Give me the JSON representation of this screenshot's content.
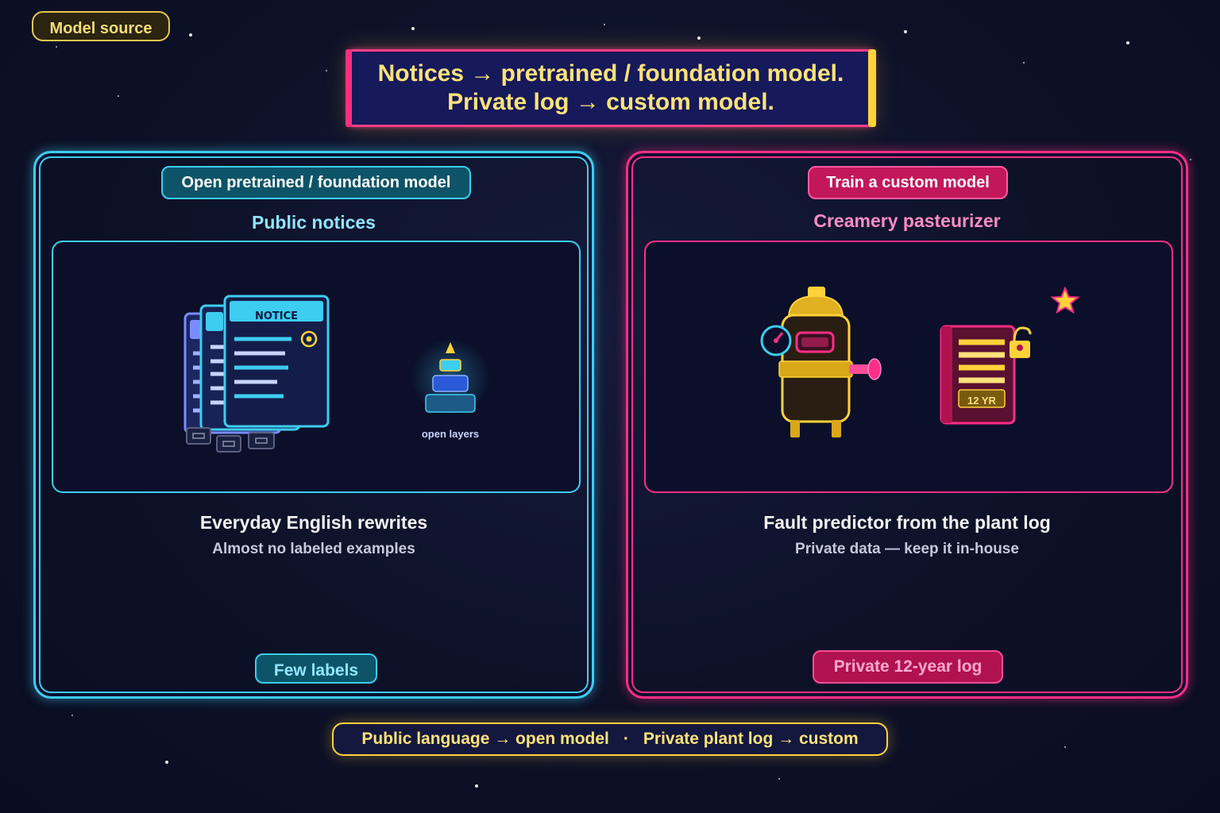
{
  "badge": {
    "label": "Model source"
  },
  "title": {
    "line1": "Notices → pretrained / foundation model.",
    "line2": "Private log → custom model."
  },
  "left_panel": {
    "header": "Open pretrained / foundation model",
    "subtitle": "Public notices",
    "doc_label": "NOTICE",
    "layers_label": "open layers",
    "caption": "Everyday English rewrites",
    "subcaption": "Almost no labeled examples",
    "pill": "Few labels"
  },
  "right_panel": {
    "header": "Train a custom model",
    "subtitle": "Creamery pasteurizer",
    "book_label": "12 YR",
    "caption": "Fault predictor from the plant log",
    "subcaption": "Private data — keep it in-house",
    "pill": "Private 12-year log"
  },
  "footer": {
    "left": "Public language → open model",
    "separator": "·",
    "right": "Private plant log → custom"
  },
  "colors": {
    "cyan": "#3dcdf0",
    "pink": "#ff2e86",
    "gold": "#ffd23a",
    "background": "#0d1128"
  },
  "icons": [
    "notice-document-stack-icon",
    "open-layers-stack-icon",
    "pasteurizer-robot-icon",
    "locked-logbook-icon",
    "sparkle-star-icon"
  ]
}
